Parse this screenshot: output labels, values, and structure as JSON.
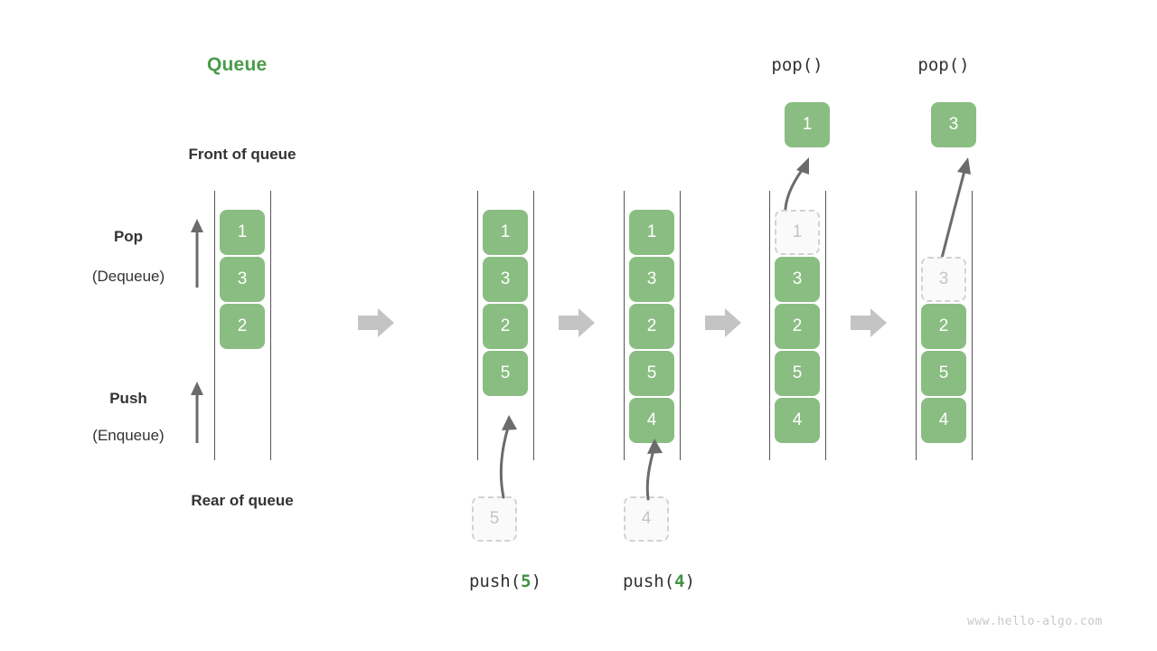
{
  "meta": {
    "watermark": "www.hello-algo.com",
    "accent_green": "#8abd82",
    "title_green": "#4a9b4a",
    "dark_text": "#333333",
    "ghost_gray": "#c4c4c4",
    "arrow_gray": "#c4c4c4",
    "wall_gray": "#555555"
  },
  "title": "Queue",
  "labels": {
    "front_of_queue": "Front of queue",
    "rear_of_queue": "Rear of queue",
    "pop": "Pop",
    "pop_sub": "(Dequeue)",
    "push": "Push",
    "push_sub": "(Enqueue)"
  },
  "panels": [
    {
      "id": "initial",
      "caption": "",
      "caption_prefix": "",
      "caption_num": "",
      "caption_suffix": "",
      "cells": [
        "1",
        "3",
        "2"
      ],
      "ghost_index": -1,
      "incoming_ghost": "",
      "popped": ""
    },
    {
      "id": "push-5",
      "caption_prefix": "push(",
      "caption_num": "5",
      "caption_suffix": ")",
      "cells": [
        "1",
        "3",
        "2",
        "5"
      ],
      "ghost_index": -1,
      "incoming_ghost": "5",
      "popped": ""
    },
    {
      "id": "push-4",
      "caption_prefix": "push(",
      "caption_num": "4",
      "caption_suffix": ")",
      "cells": [
        "1",
        "3",
        "2",
        "5",
        "4"
      ],
      "ghost_index": -1,
      "incoming_ghost": "4",
      "popped": ""
    },
    {
      "id": "pop-1",
      "caption_prefix": "pop()",
      "caption_num": "",
      "caption_suffix": "",
      "cells": [
        "1",
        "3",
        "2",
        "5",
        "4"
      ],
      "ghost_index": 0,
      "incoming_ghost": "",
      "popped": "1"
    },
    {
      "id": "pop-3",
      "caption_prefix": "pop()",
      "caption_num": "",
      "caption_suffix": "",
      "cells": [
        "3",
        "2",
        "5",
        "4"
      ],
      "ghost_index": 0,
      "incoming_ghost": "",
      "popped": "3"
    }
  ],
  "panel_cells": {
    "p1": [
      "1",
      "3",
      "2"
    ],
    "p2": [
      "1",
      "3",
      "2",
      "5"
    ],
    "p3": [
      "1",
      "3",
      "2",
      "5",
      "4"
    ],
    "p4_ghost": "1",
    "p4": [
      "3",
      "2",
      "5",
      "4"
    ],
    "p5_ghost": "3",
    "p5": [
      "2",
      "5",
      "4"
    ],
    "p4_popped": "1",
    "p5_popped": "3",
    "p2_incoming": "5",
    "p3_incoming": "4"
  },
  "captions": {
    "push5_prefix": "push(",
    "push5_num": "5",
    "push5_suffix": ")",
    "push4_prefix": "push(",
    "push4_num": "4",
    "push4_suffix": ")",
    "pop_label_1": "pop()",
    "pop_label_2": "pop()"
  }
}
